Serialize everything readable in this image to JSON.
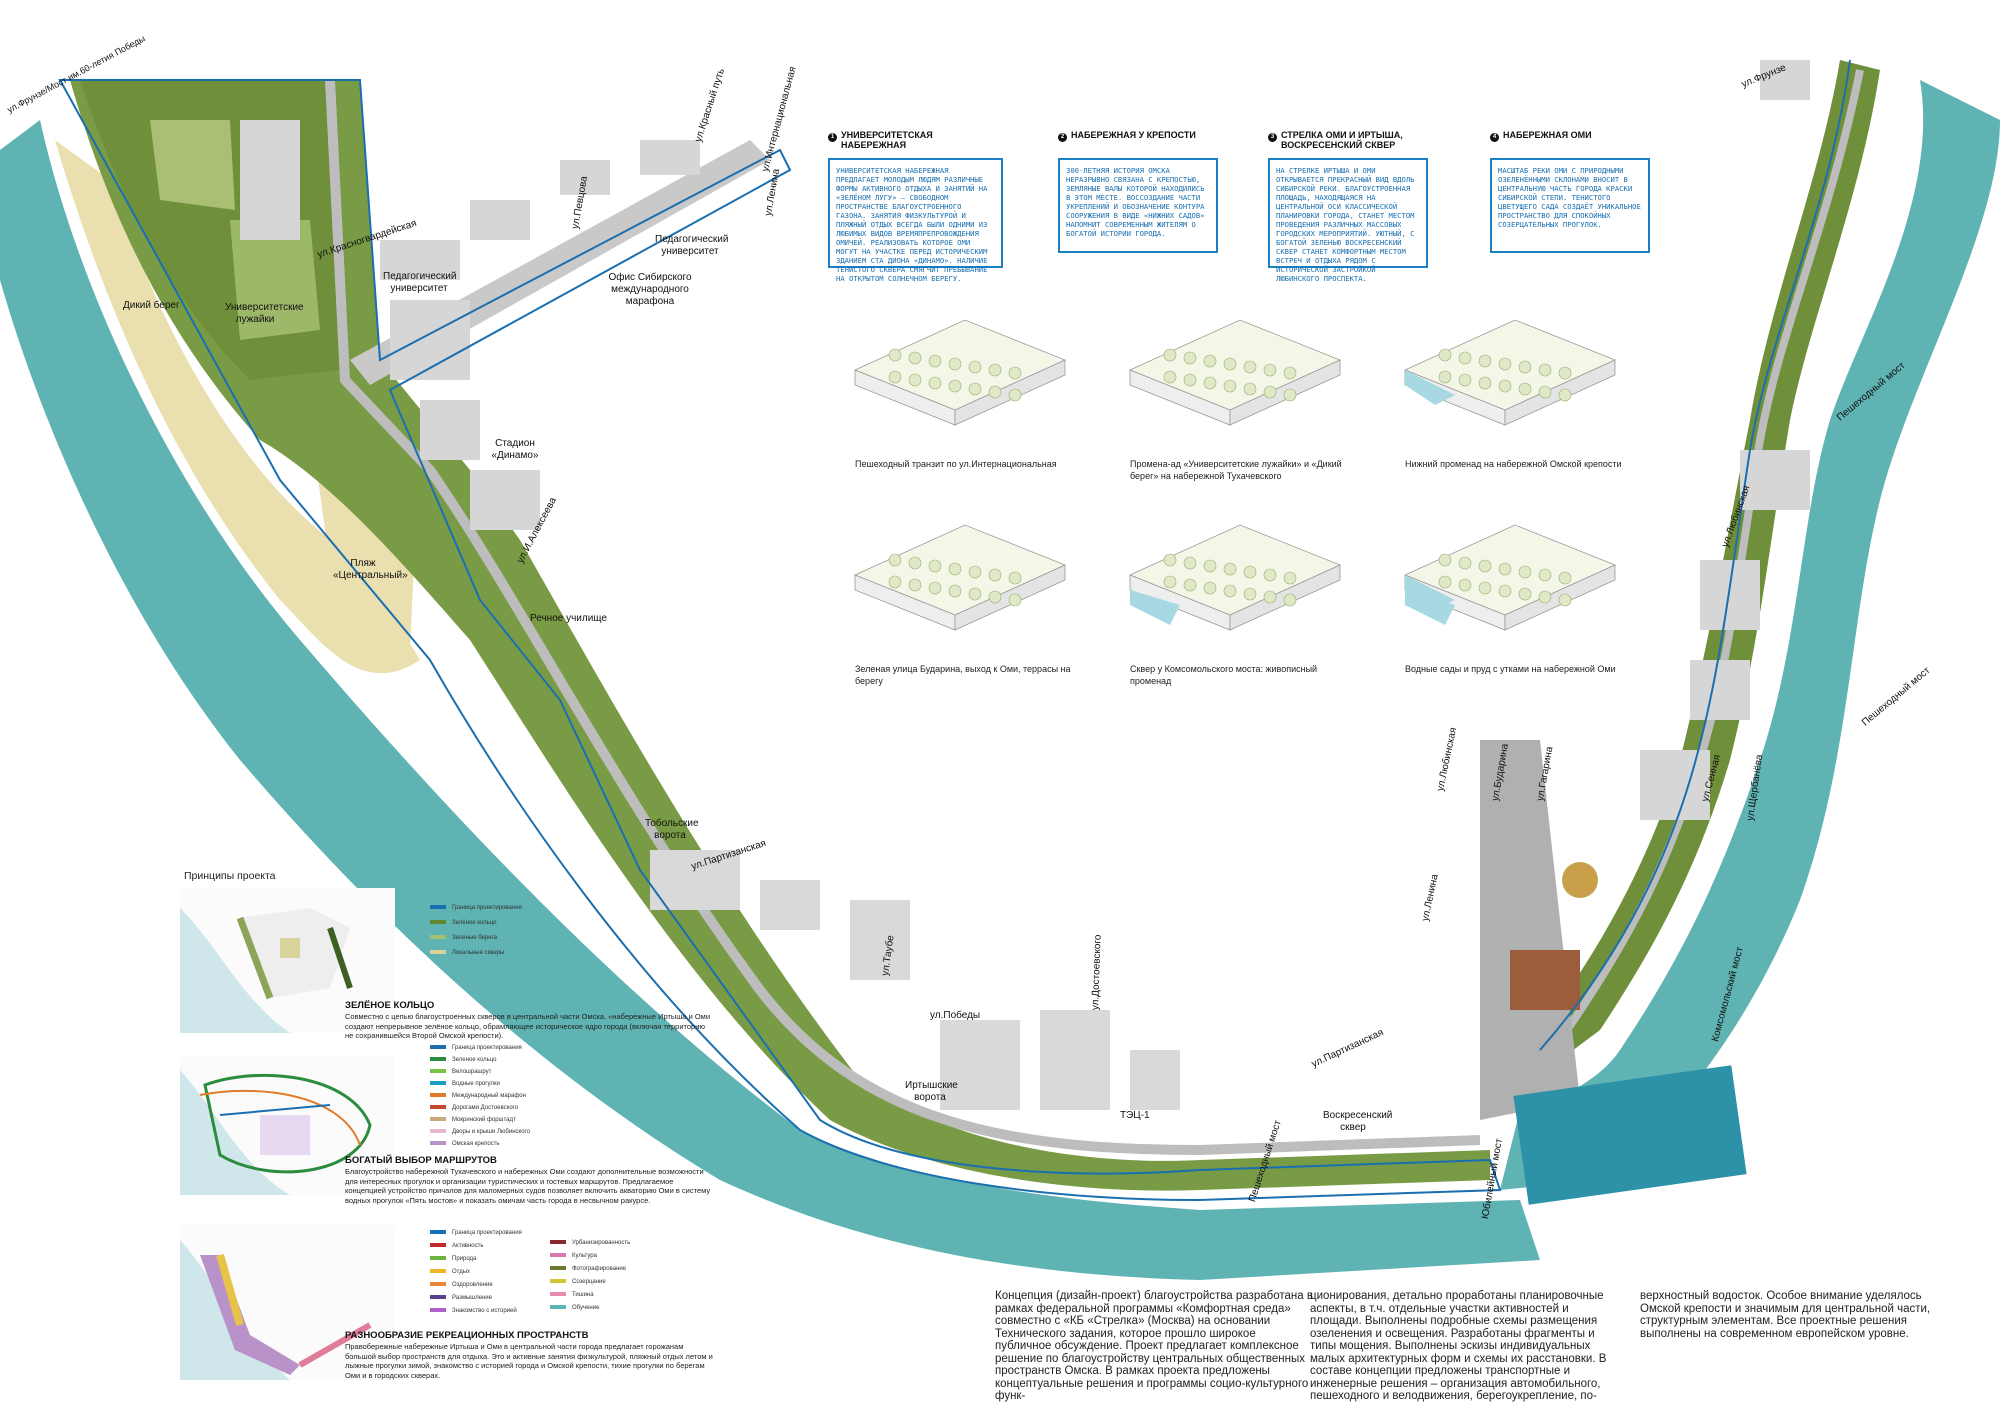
{
  "colors": {
    "river": "#5fb3b3",
    "green": "#6d8f3a",
    "darkgreen": "#3e5f22",
    "sand": "#eadfae",
    "paving": "#bdbdbd",
    "boundary": "#1a6fb0",
    "building": "#d6d6d6"
  },
  "map_labels": [
    {
      "id": "fruze-most",
      "text": "ул.Фрунзе/Мост им.60-летия Победы"
    },
    {
      "id": "krasnoarm",
      "text": "ул.Красногвардейская"
    },
    {
      "id": "pedagog-uni",
      "text": "Педагогический университет"
    },
    {
      "id": "pedagog-uni2",
      "text": "Педагогический университет"
    },
    {
      "id": "krasny-put",
      "text": "ул.Красный путь"
    },
    {
      "id": "internac",
      "text": "ул.Интернациональная"
    },
    {
      "id": "pedagog-st",
      "text": "ул.Певцова"
    },
    {
      "id": "lenina",
      "text": "ул.Ленина"
    },
    {
      "id": "office-marathon",
      "text": "Офис Сибирского международного марафона"
    },
    {
      "id": "dikiy",
      "text": "Дикий берег"
    },
    {
      "id": "uni-luzh",
      "text": "Университетские лужайки"
    },
    {
      "id": "stadion",
      "text": "Стадион «Динамо»"
    },
    {
      "id": "plyazh",
      "text": "Пляж «Центральный»"
    },
    {
      "id": "alekseeva",
      "text": "ул.И.Алексеева"
    },
    {
      "id": "rechnoe",
      "text": "Речное училище"
    },
    {
      "id": "tobol",
      "text": "Тобольские ворота"
    },
    {
      "id": "partizan",
      "text": "ул.Партизанская"
    },
    {
      "id": "taube",
      "text": "ул.Таубе"
    },
    {
      "id": "pobedy",
      "text": "ул.Победы"
    },
    {
      "id": "dostoev",
      "text": "ул.Достоевского"
    },
    {
      "id": "irtysh-vorota",
      "text": "Иртышские ворота"
    },
    {
      "id": "tec",
      "text": "ТЭЦ-1"
    },
    {
      "id": "partizan2",
      "text": "ул.Партизанская"
    },
    {
      "id": "voskres",
      "text": "Воскресенский сквер"
    },
    {
      "id": "ped-most1",
      "text": "Пешеходный мост"
    },
    {
      "id": "lenina2",
      "text": "ул.Ленина"
    },
    {
      "id": "lyubinsky",
      "text": "ул.Любинская"
    },
    {
      "id": "buharina",
      "text": "ул.Бударина"
    },
    {
      "id": "gagarina",
      "text": "ул.Гагарина"
    },
    {
      "id": "komsomol",
      "text": "Комсомольский мост"
    },
    {
      "id": "yubil",
      "text": "Юбилейный мост"
    },
    {
      "id": "fruze2",
      "text": "ул.Фрунзе"
    },
    {
      "id": "ped-most2",
      "text": "Пешеходный мост"
    },
    {
      "id": "lyubinsky2",
      "text": "ул.Любинская"
    },
    {
      "id": "ped-most3",
      "text": "Пешеходный мост"
    },
    {
      "id": "sennaya",
      "text": "ул.Сенная"
    },
    {
      "id": "shcherban",
      "text": "ул.Щербанёва"
    }
  ],
  "phases": [
    {
      "num": "1",
      "title": "УНИВЕРСИТЕТСКАЯ НАБЕРЕЖНАЯ",
      "text": "Университетская набережная предлагает молодым людям различные формы активного отдыха и занятий на «Зелёном лугу» — свободном пространстве благоустроенного газона. Занятия физкультурой и пляжный отдых всегда были одними из любимых видов времяпрепровождения омичей. Реализовать которое Оми могут на участке перед историческим зданием ста диона «Динамо». Наличие тенистого сквера смягчит пребывание на открытом солнечном берегу."
    },
    {
      "num": "2",
      "title": "НАБЕРЕЖНАЯ У КРЕПОСТИ",
      "text": "300-летняя история Омска неразрывно связана с крепостью, земляные валы которой находились в этом месте. Воссоздание части укреплений и обозначение контура сооружения в виде «нижних садов» напомнит современным жителям о богатой истории города."
    },
    {
      "num": "3",
      "title": "СТРЕЛКА ОМИ И ИРТЫША, ВОСКРЕСЕНСКИЙ СКВЕР",
      "text": "На стрелке Иртыша и Оми открывается прекрасный вид вдоль Сибирской реки. Благоустроенная площадь, находящаяся на центральной оси классической планировки города, станет местом проведения различных массовых городских мероприятий. Уютный, с богатой зеленью Воскресенский сквер станет комфортным местом встреч и отдыха рядом с исторической застройкой Любинского проспекта."
    },
    {
      "num": "4",
      "title": "НАБЕРЕЖНАЯ ОМИ",
      "text": "Масштаб реки Оми с природными озеленёнными склонами вносит в центральную часть города краски сибирской степи. Тенистого цветущего сада создаёт уникальное пространство для спокойных созерцательных прогулок."
    }
  ],
  "sketches": [
    {
      "caption": "Пешеходный транзит по ул.Интернациональная"
    },
    {
      "caption": "Промена‑ад «Университетские лужайки» и «Дикий берег» на набережной Тухачевского"
    },
    {
      "caption": "Нижний променад на набережной Омской крепости"
    },
    {
      "caption": "Зеленая улица Бударина, выход к Оми, террасы на берегу"
    },
    {
      "caption": "Сквер у Комсомольского моста: живописный променад"
    },
    {
      "caption": "Водные сады и пруд с утками на набережной Оми"
    }
  ],
  "principles": {
    "title": "Принципы проекта",
    "legend1": [
      "Граница проектирования",
      "Зелёное кольцо",
      "Зеленые берега",
      "Локальные скверы"
    ],
    "s1_head": "ЗЕЛЁНОЕ КОЛЬЦО",
    "s1_body": "Совместно с цепью благоустроенных скверов в центральной части Омска, «набережные Иртыша и Оми создают непрерывное зелёное кольцо, обрамляющее историческое ядро города (включая территорию не сохранившейся Второй Омской крепости).",
    "legend2": [
      "Граница проектирования",
      "Зеленое кольцо",
      "Велошрашрут",
      "Водные прогулки",
      "Международный марафон",
      "Дорогами Достоевского",
      "Мокринский форштадт",
      "Дворы и крыши Любинского",
      "Омская крепость"
    ],
    "s2_head": "БОГАТЫЙ ВЫБОР МАРШРУТОВ",
    "s2_body": "Благоустройство набережной Тухачевского и набережных Оми создают дополнительные возможности для интересных прогулок и организации туристических и гостевых маршрутов. Предлагаемое концепцией устройство причалов для маломерных судов позволяет включить акваторию Оми в систему водных прогулок «Пять мостов» и показать омичам часть города в несвычном ракурсе.",
    "legend3_left": [
      "Граница проектирования",
      "Активность",
      "Природа",
      "Отдых",
      "Оздоровление",
      "Размышление",
      "Знакомство с историей"
    ],
    "legend3_right": [
      "Урбанизированность",
      "Культура",
      "Фотографирование",
      "Созерцание",
      "Тишина",
      "Обучение"
    ],
    "s3_head": "РАЗНООБРАЗИЕ РЕКРЕАЦИОННЫХ ПРОСТРАНСТВ",
    "s3_body": "Правобережные набережные Иртыша и Оми в центральной части города предлагает горожанам большой выбор пространств для отдыха. Это и активные занятия физкультурой, пляжный отдых летом и лыжные прогулки зимой, знакомство с историей города и Омской крепости, тихие прогулки по берегам Оми и в городских скверах."
  },
  "description": {
    "col1": "Концепция (дизайн-проект) благоустройства разработана в рамках федеральной программы «Комфортная среда» совместно с «КБ «Стрелка» (Москва) на основании Технического задания, которое прошло широкое публичное обсуждение. Проект предлагает комплексное решение по благоустройству центральных общественных пространств Омска. В рамках проекта предложены концептуальные решения и программы социо-культурного функ-",
    "col2": "ционирования, детально проработаны планировочные аспекты, в т.ч. отдельные участки активностей и площади. Выполнены подробные схемы размещения озеленения и освещения. Разработаны фрагменты и типы мощения. Выполнены эскизы индивидуальных малых архитектурных форм и схемы их расстановки. В составе концепции предложены транспортные и инженерные решения – организация автомобильного, пешеходного и велодвижения, берегоукрепление, по-",
    "col3": "верхностный водосток. Особое внимание уделялось Омской крепости и значимым для центральной части, структурным элементам. Все проектные решения выполнены на современном европейском уровне."
  }
}
